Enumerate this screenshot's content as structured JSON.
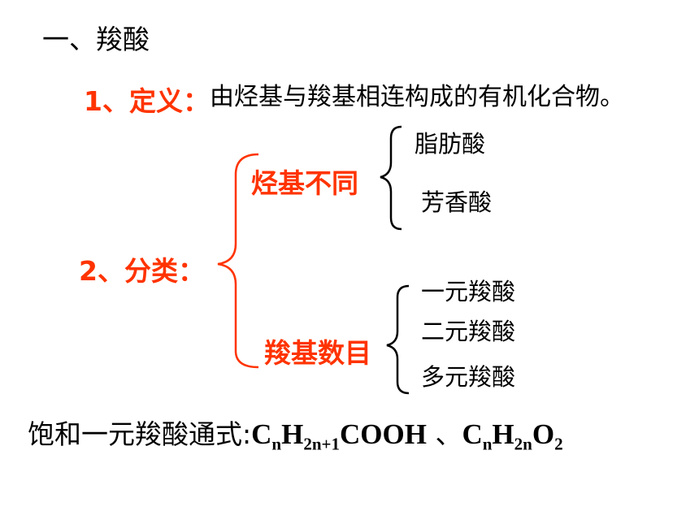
{
  "heading": "一、羧酸",
  "definition": {
    "label": "1、定义：",
    "text": "由烃基与羧基相连构成的有机化合物。"
  },
  "classification": {
    "label": "2、分类：",
    "group1": {
      "name": "烃基不同",
      "items": [
        "脂肪酸",
        "芳香酸"
      ]
    },
    "group2": {
      "name": "羧基数目",
      "items": [
        "一元羧酸",
        "二元羧酸",
        "多元羧酸"
      ]
    }
  },
  "formula": {
    "label": "饱和一元羧酸通式:",
    "f1": {
      "c": "C",
      "n": "n",
      "h": "H",
      "hsub": "2n+1",
      "tail": "COOH"
    },
    "separator": "、",
    "f2": {
      "c": "C",
      "n": "n",
      "h": "H",
      "hsub": "2n",
      "o": "O",
      "osub": "2"
    }
  },
  "colors": {
    "accent": "#ff3300",
    "text": "#000000"
  }
}
